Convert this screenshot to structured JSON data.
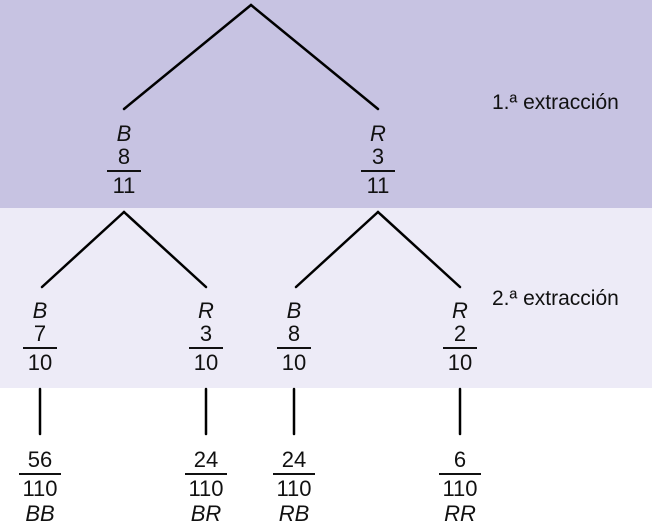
{
  "row_labels": {
    "draw1": "1.ª extracción",
    "draw2": "2.ª extracción"
  },
  "first_draw": [
    {
      "letter": "B",
      "num": "8",
      "den": "11"
    },
    {
      "letter": "R",
      "num": "3",
      "den": "11"
    }
  ],
  "second_draw": [
    {
      "letter": "B",
      "num": "7",
      "den": "10"
    },
    {
      "letter": "R",
      "num": "3",
      "den": "10"
    },
    {
      "letter": "B",
      "num": "8",
      "den": "10"
    },
    {
      "letter": "R",
      "num": "2",
      "den": "10"
    }
  ],
  "outcomes": [
    {
      "num": "56",
      "den": "110",
      "label": "BB"
    },
    {
      "num": "24",
      "den": "110",
      "label": "BR"
    },
    {
      "num": "24",
      "den": "110",
      "label": "RB"
    },
    {
      "num": "6",
      "den": "110",
      "label": "RR"
    }
  ],
  "colors": {
    "band_first": "#c7c3e2",
    "band_second": "#edebf7",
    "line": "#000000"
  }
}
